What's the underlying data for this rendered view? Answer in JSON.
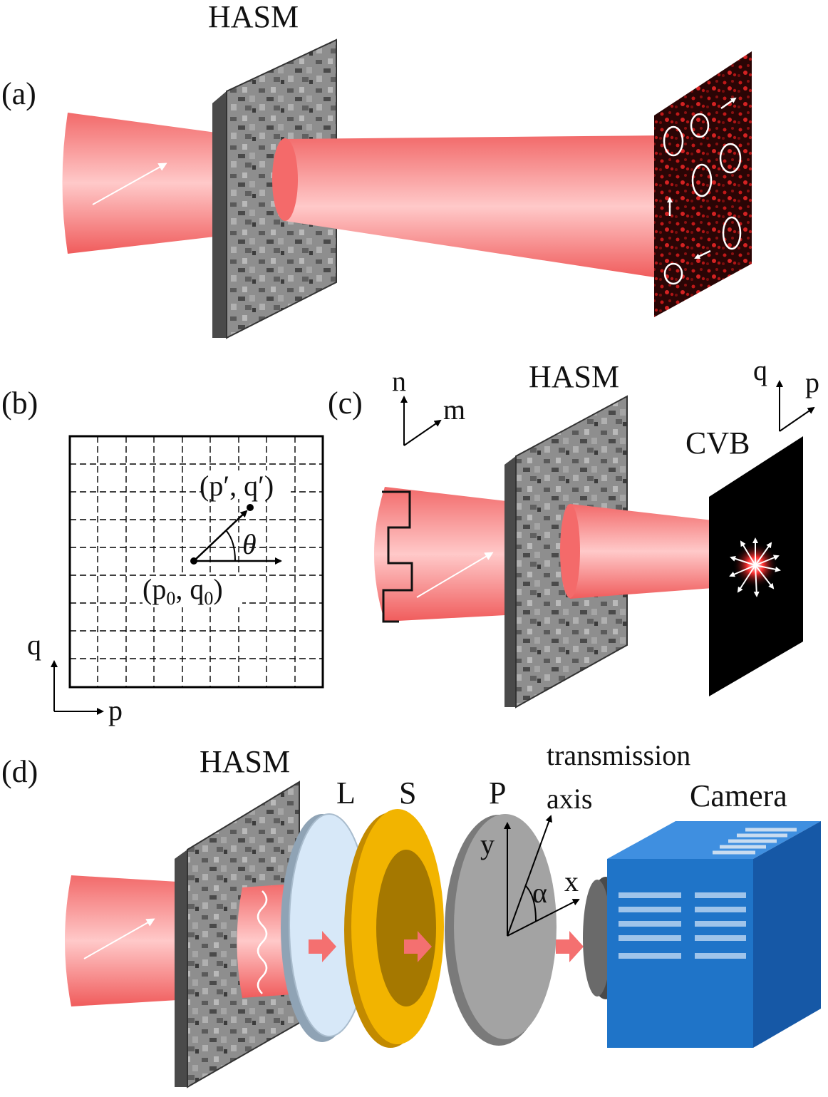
{
  "panels": {
    "a": {
      "tag": "(a)",
      "modulator": "HASM"
    },
    "b": {
      "tag": "(b)",
      "point_end": "(p′, q′)",
      "point_start": "(p",
      "sub0": "0",
      "comma_q": ", q",
      "close": ")",
      "angle": "θ",
      "axis_q": "q",
      "axis_p": "p"
    },
    "c": {
      "tag": "(c)",
      "modulator": "HASM",
      "output": "CVB",
      "axis_n": "n",
      "axis_m": "m",
      "axis_q": "q",
      "axis_p": "p"
    },
    "d": {
      "tag": "(d)",
      "modulator": "HASM",
      "lens": "L",
      "sample": "S",
      "polarizer": "P",
      "axis_label_1": "transmission",
      "axis_label_2": "axis",
      "camera": "Camera",
      "axis_y": "y",
      "axis_x": "x",
      "angle": "α"
    }
  },
  "colors": {
    "beam": "#f47070",
    "plate": "#555555",
    "yellow": "#f2b400",
    "camera": "#1e6fc0"
  }
}
